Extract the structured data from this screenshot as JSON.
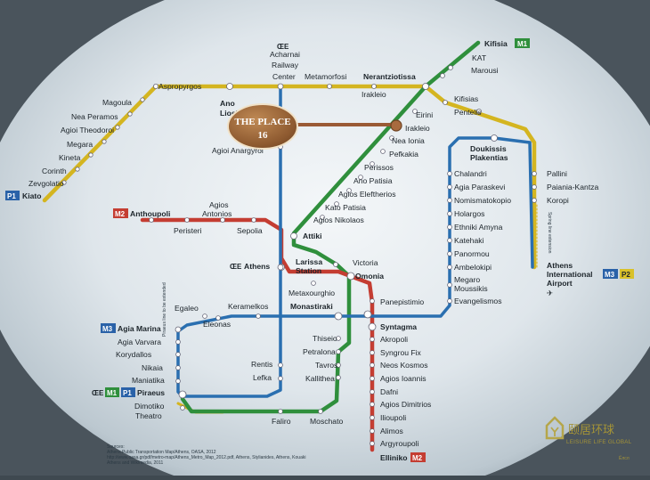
{
  "colors": {
    "line_m1": "#2f8f3c",
    "line_m2": "#c43d32",
    "line_m3": "#2a6fb0",
    "line_suburban": "#d4b520",
    "line_focus": "#9a5a35",
    "badge_m1": "#2f8f3c",
    "badge_m2": "#c43d32",
    "badge_m3": "#2a62a8",
    "badge_p": "#d9c12a"
  },
  "callout": {
    "line1": "THE PLACE",
    "line2": "16"
  },
  "logo": {
    "title": "颐居环球",
    "subtitle": "LEISURE LIFE GLOBAL"
  },
  "corner_mark": "Ёлсл",
  "sources": {
    "head": "Sources:",
    "line1": "Athens Public Transportation Map/Athens, OASA, 2012",
    "line2": "http://www.oasa.gr/pdf/metro-map/Athens_Metro_Map_2012.pdf, Athens, Stylianides, Athens, Kouaki",
    "line3": "Athens and Wikimedia, 2011"
  },
  "side_notes": {
    "airport_vertical": "Spring line extension",
    "piraeus_vertical": "Piraeus line to be extended"
  },
  "labels": {
    "ilioupoli": "Ilioupoli",
    "thiseio": "Thiseio",
    "sepolia": "Sepolia",
    "agios_antonios_1": "Agios",
    "agios_antonios_2": "Antonios",
    "kat": "KAT",
    "agios_nikolaos": "Agios Nikolaos",
    "ano_liosia_1": "Ano",
    "ano_liosia_2": "Liosia",
    "megaro_1": "Megaro",
    "megaro_2": "Moussikis",
    "evangelismos": "Evangelismos",
    "kiato": "Kiato",
    "agios_dimitrios": "Agios Dimitrios",
    "alimos": "Alimos",
    "athens_airport_1": "Athens",
    "athens_airport_2": "International",
    "athens_airport_3": "Airport",
    "kallithea": "Kallithea",
    "omonia": "Omonia",
    "metamorfosi": "Metamorfosi",
    "rentis": "Rentis",
    "nea_peramos": "Nea Peramos",
    "marousi": "Marousi",
    "kineta": "Kineta",
    "corinth": "Corinth",
    "panepistimio": "Panepistimio",
    "kato_patisia": "Kato Patisia",
    "lefka": "Lefka",
    "acharnai_1": "Acharnai",
    "acharnai_2": "Railway",
    "acharnai_3": "Center",
    "moschato": "Moschato",
    "korydallos": "Korydallos",
    "egaleo": "Egaleo",
    "attiki": "Attiki",
    "agios_eleftherios": "Agios Eleftherios",
    "pentelis": "Pentelis",
    "agios_ioannis": "Agios Ioannis",
    "anthoupoli": "Anthoupoli",
    "metaxourghio": "Metaxourghio",
    "faliro": "Faliro",
    "aspropyrgos": "Aspropyrgos",
    "nerantziotissa": "Nerantziotissa",
    "katehaki": "Katehaki",
    "dafni": "Dafni",
    "doukissis_1": "Doukissis",
    "doukissis_2": "Plakentias",
    "nikaia": "Nikaia",
    "maniatika": "Maniatika",
    "elliniko": "Elliniko",
    "agios_anargyroi": "Agioi Anargyroi",
    "ethniki_amyna": "Ethniki Amyna",
    "nea_ionia": "Nea Ionia",
    "pefkakia": "Pefkakia",
    "perissos": "Perissos",
    "agia_marina": "Agia Marina",
    "agioi_theodoroi": "Agioi Theodoroi",
    "nomismatokopio": "Nomismatokopio",
    "chalandri": "Chalandri",
    "agia_paraskevi": "Agia Paraskevi",
    "zevgolatio": "Zevgolatio",
    "petralona": "Petralona",
    "holargos": "Holargos",
    "neos_kosmos": "Neos Kosmos",
    "athens_1": "Athens",
    "dimotiko_1": "Dimotiko",
    "dimotiko_2": "Theatro",
    "eleonas": "Eleonas",
    "syntagma": "Syntagma",
    "victoria": "Victoria",
    "irakleio_1": "Irakleio",
    "irakleio_2": "Irakleio",
    "tavros": "Tavros",
    "monastiraki": "Monastiraki",
    "keramelkos": "Keramelkos",
    "koropi": "Koropi",
    "pallini": "Pallini",
    "paiania": "Paiania-Kantza",
    "panormou": "Panormou",
    "larissa_1": "Larissa",
    "larissa_2": "Station",
    "ano_patisia": "Ano Patisia",
    "agia_varvara": "Agia Varvara",
    "magoula": "Magoula",
    "megara": "Megara",
    "piraeus": "Piraeus",
    "peristeri": "Peristeri",
    "akropoli": "Akropoli",
    "kifisias": "Kifisias",
    "argyroupoli": "Argyroupoli",
    "kifisia": "Kifisia",
    "eirini": "Eirini",
    "syngrou": "Syngrou Fix",
    "ambelokipi": "Ambelokipi"
  },
  "badges": {
    "m1": "M1",
    "m2": "M2",
    "m3": "M3",
    "p1": "P1",
    "p2": "P2",
    "oe": "ŒE"
  }
}
